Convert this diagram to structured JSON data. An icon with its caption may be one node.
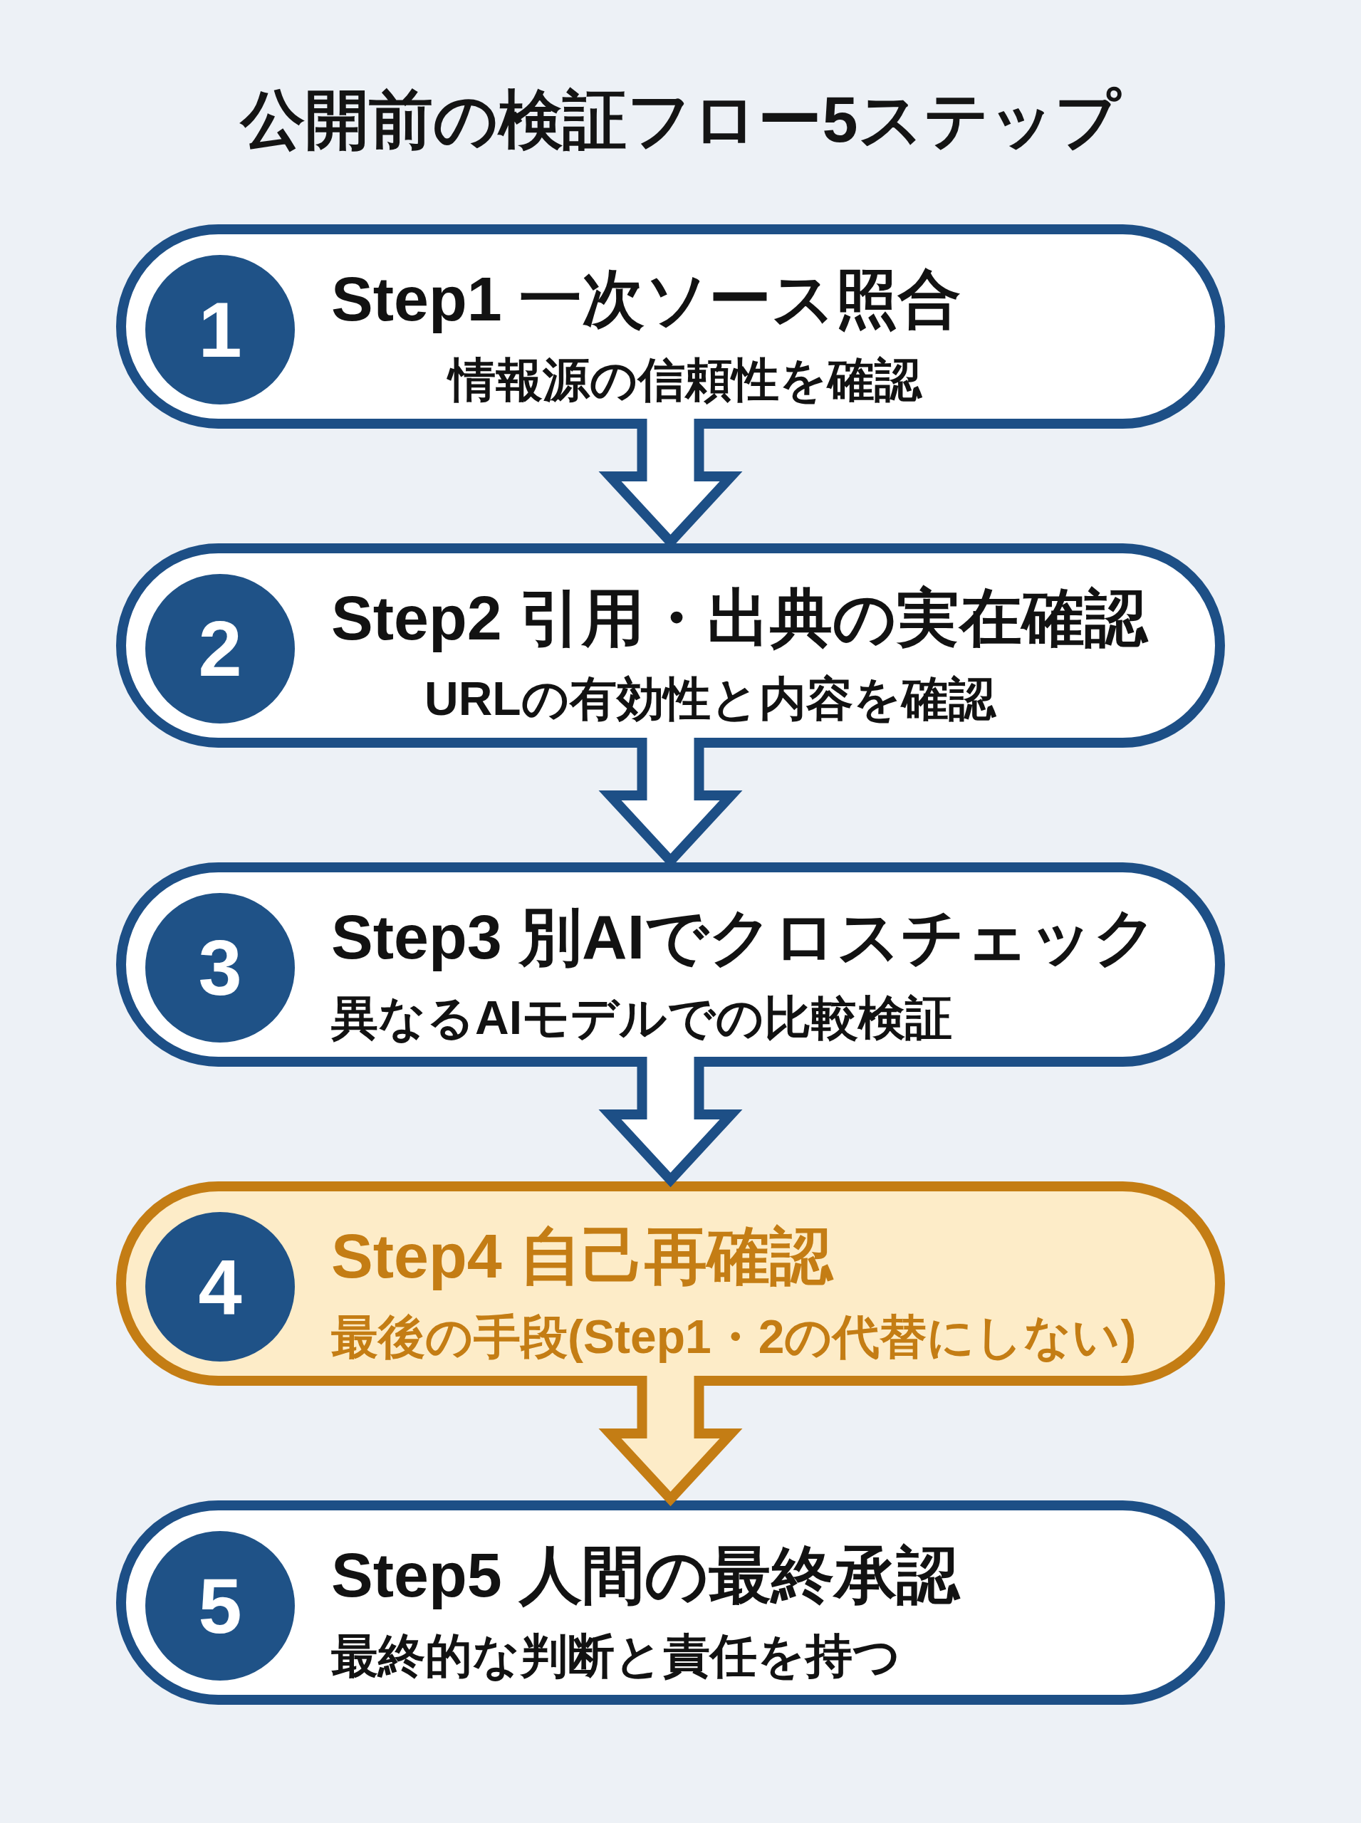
{
  "diagram": {
    "title": "公開前の検証フロー5ステップ",
    "nodes": [
      {
        "text": [
          "Step1 一次ソース照合",
          "情報源の信頼性を確認"
        ]
      },
      {
        "text": [
          "1"
        ],
        "in": 0
      },
      {
        "text": [
          "Step2 引用・出典の実在確認",
          "URLの有効性と内容を確認"
        ]
      },
      {
        "text": [
          "2"
        ],
        "in": 2
      },
      {
        "text": [
          "Step3 別AIでクロスチェック",
          "異なるAIモデルでの比較検証"
        ]
      },
      {
        "text": [
          "3"
        ],
        "in": 4
      },
      {
        "text": [
          "Step4 自己再確認",
          "最後の手段(Step1・2の代替にしない)"
        ]
      },
      {
        "text": [
          "4"
        ],
        "in": 6
      },
      {
        "text": [
          "Step5 人間の最終承認",
          "最終的な判断と責任を持つ"
        ]
      },
      {
        "text": [
          "5"
        ],
        "in": 8
      }
    ],
    "edges": [
      {
        "from": 0,
        "to": 2,
        "arrow": "to"
      },
      {
        "from": 2,
        "to": 4,
        "arrow": "to"
      },
      {
        "from": 4,
        "to": 6,
        "arrow": "to"
      },
      {
        "from": 6,
        "to": 8,
        "arrow": "to",
        "color": "#c47d14"
      }
    ]
  }
}
